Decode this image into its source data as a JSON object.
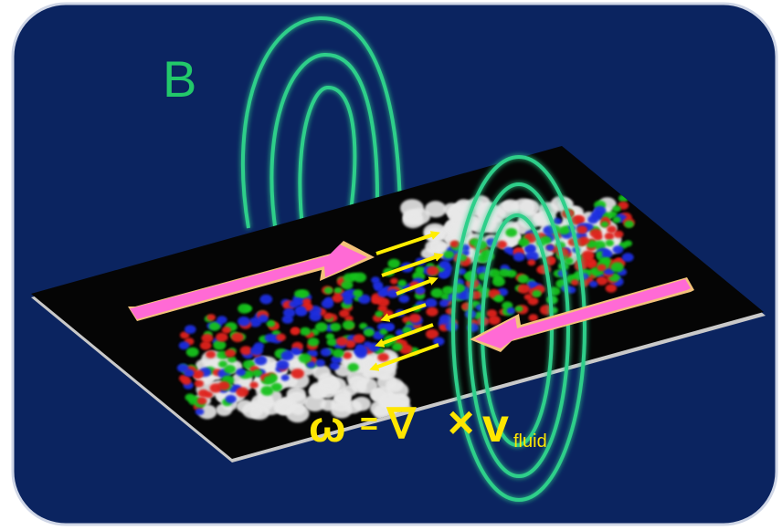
{
  "diagram": {
    "field_label": "B",
    "equation": {
      "omega": "ω",
      "equals": "=",
      "nabla": "∇",
      "cross": "×",
      "v": "v",
      "subscript": "fluid"
    }
  },
  "colors": {
    "background": "#0b2460",
    "panel_border": "#cfd6e6",
    "plane": "#050505",
    "plane_edge": "#c9c9c9",
    "field_lines": "#2ecf8a",
    "field_glow": "#7ff0ff",
    "label_green": "#22c86a",
    "beam_arrow": "#ff6ad5",
    "beam_outline": "#f3c27a",
    "shear_arrows": "#ffee00",
    "equation_color": "#ffe600",
    "particle_red": "#e0201a",
    "particle_green": "#18c21a",
    "particle_blue": "#1c2fe0",
    "particle_white": "#e8e8e8"
  }
}
